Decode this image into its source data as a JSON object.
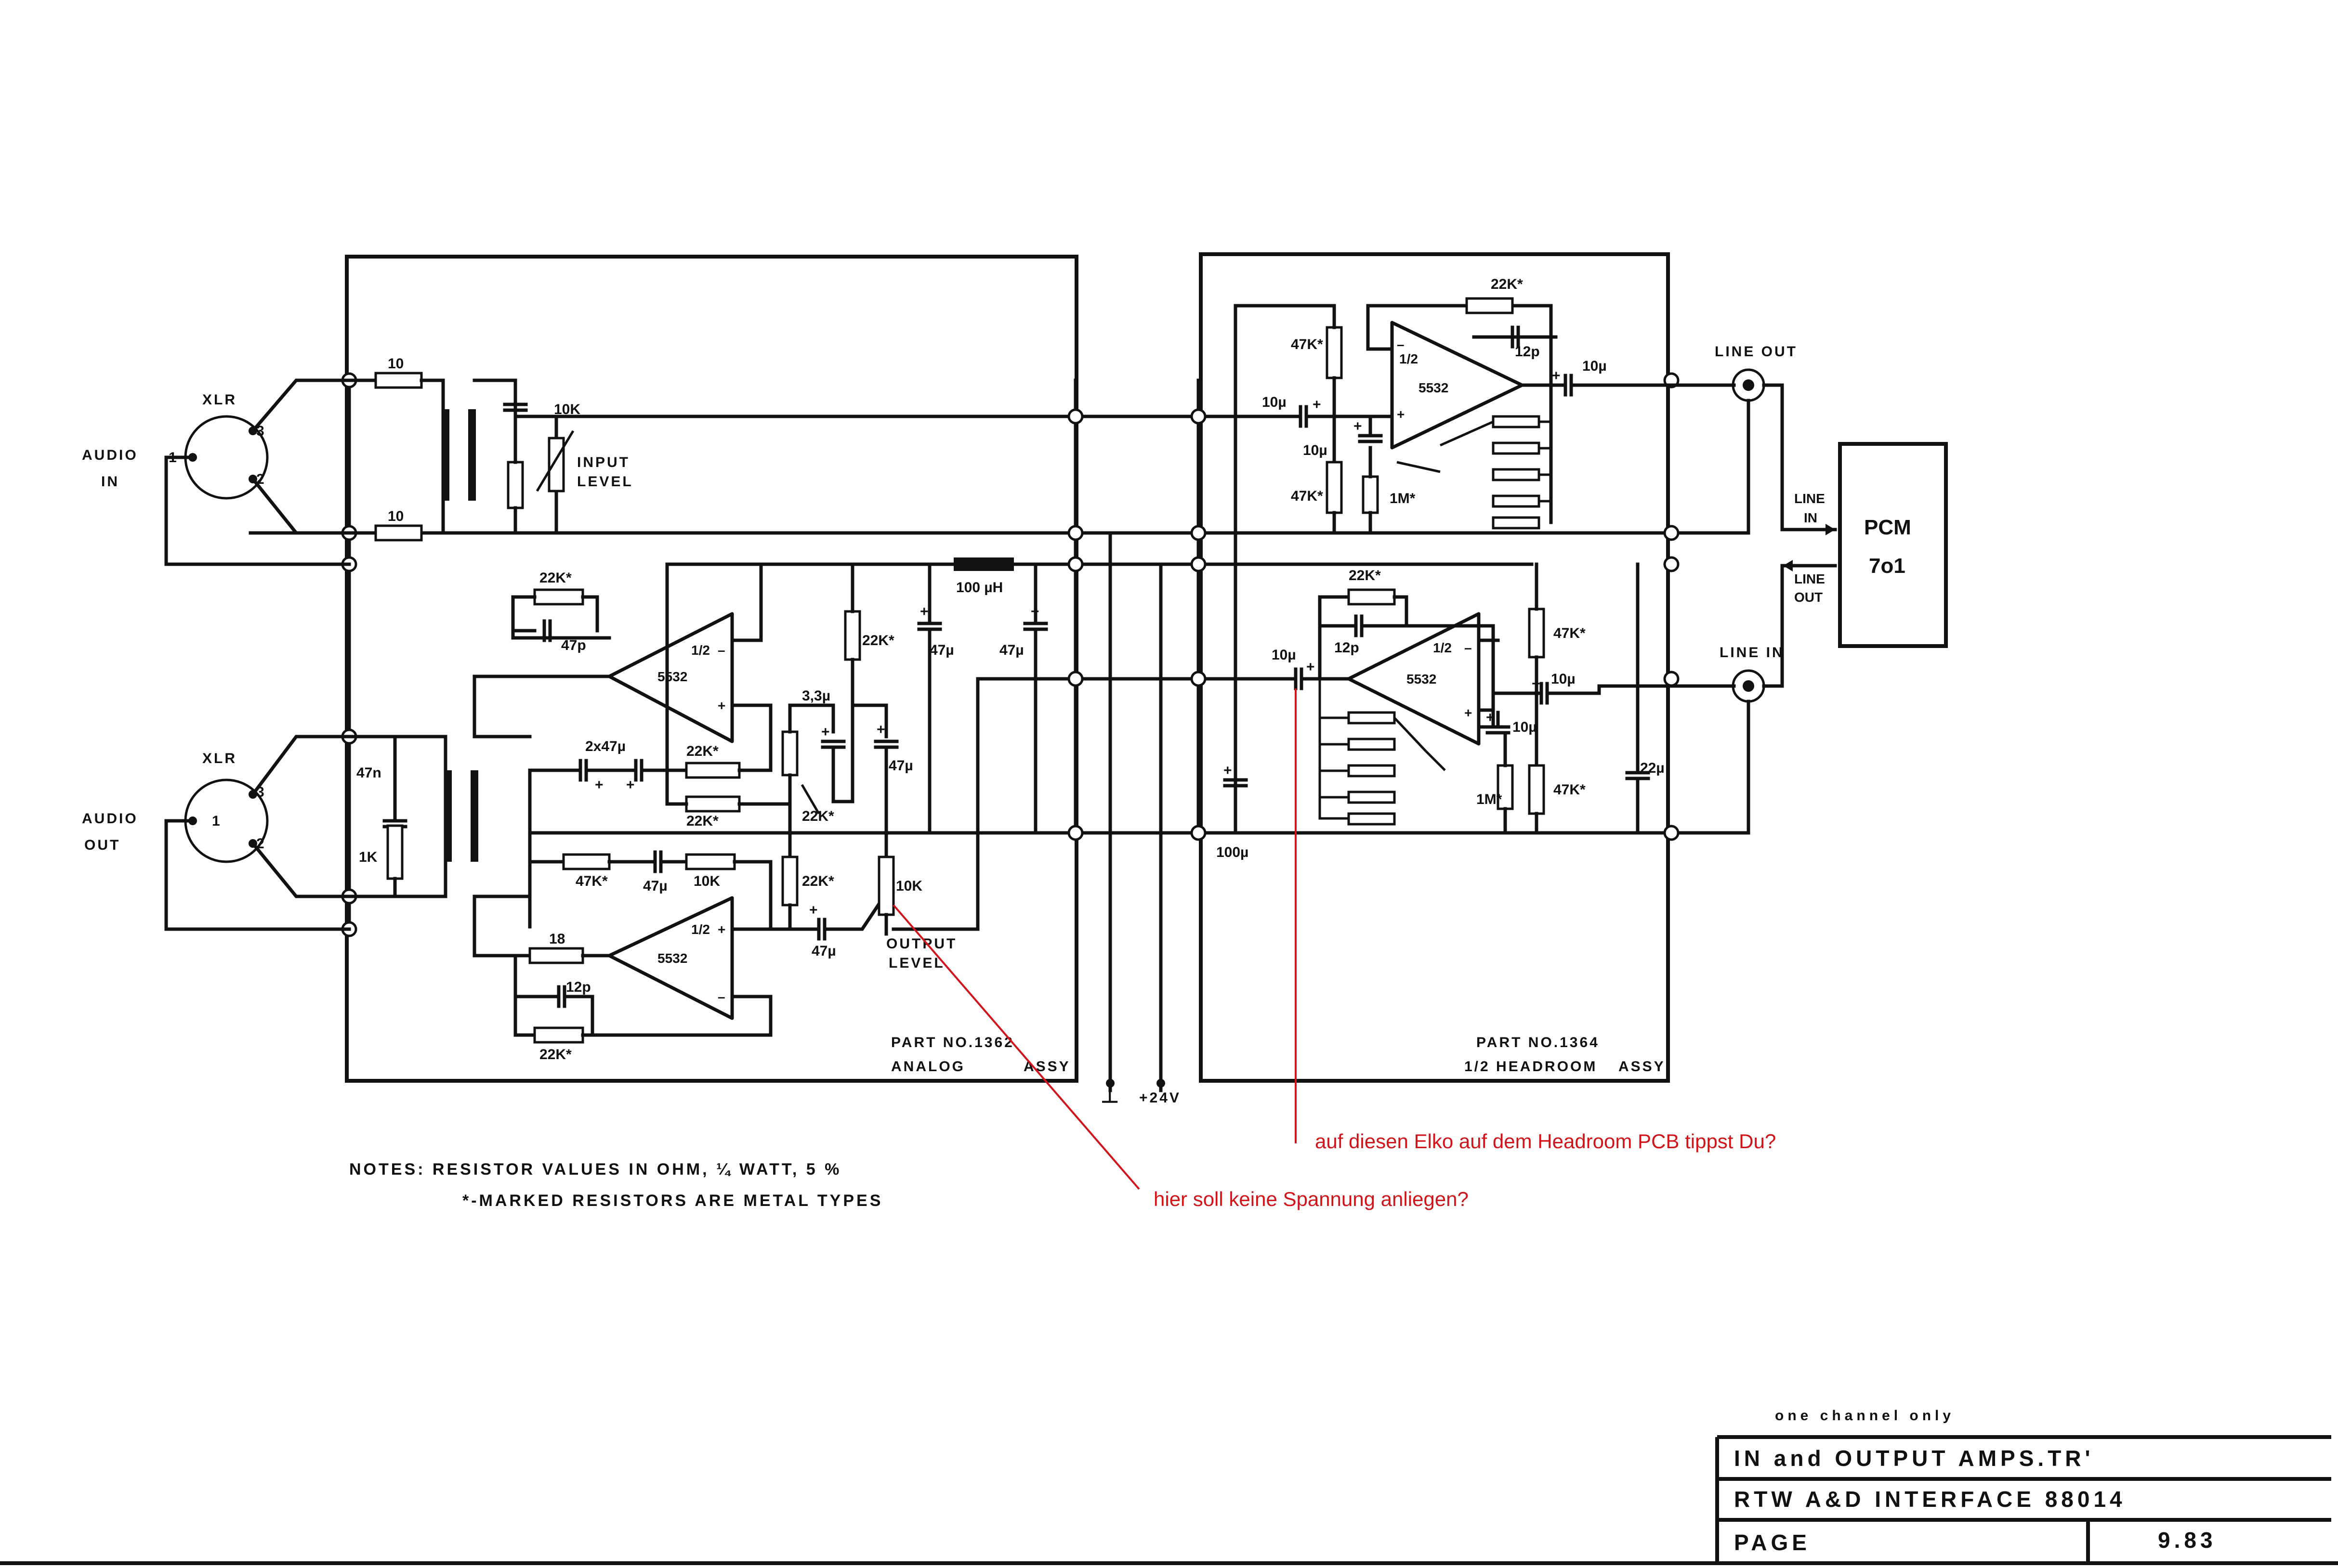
{
  "inputs": {
    "audio_in": "AUDIO IN",
    "audio_out": "AUDIO OUT",
    "xlr": "XLR",
    "pin1": "1",
    "pin2": "2",
    "pin3": "3"
  },
  "analog_board": {
    "r_top": "10",
    "r_bottom": "10",
    "pot_in": "10K",
    "input_level": "INPUT LEVEL",
    "cap_47n": "47n",
    "r_1k": "1K",
    "r_22k_a": "22K*",
    "c_47p": "47p",
    "op1_half": "1/2",
    "op1_type": "5532",
    "c_2x47": "2x47µ",
    "r_22k_b": "22K*",
    "r_22k_c": "22K*",
    "c_3_3": "3,3µ",
    "r_22k_d": "22K*",
    "r_22k_e": "22K*",
    "c_47u_a": "47µ",
    "c_47u_b": "47µ",
    "c_47u_c": "47µ",
    "inductor": "100 µH",
    "r_47k": "47K*",
    "c_47u_d": "47µ",
    "r_10k": "10K",
    "r_22k_f": "22K*",
    "c_47u_e": "47µ",
    "pot_out": "10K",
    "output_level": "OUTPUT LEVEL",
    "r_18": "18",
    "op2_half": "1/2",
    "op2_type": "5532",
    "c_12p": "12p",
    "r_22k_g": "22K*",
    "part_no": "PART NO.1362",
    "assy_name": "ANALOG",
    "assy": "ASSY"
  },
  "headroom_board": {
    "r_22k_a": "22K*",
    "c_12p_a": "12p",
    "r_47k_a": "47K*",
    "op3_half": "1/2",
    "op3_type": "5532",
    "c_10u_a": "10µ",
    "c_10u_b": "10µ",
    "c_10u_c": "10µ",
    "r_47k_b": "47K*",
    "r_1m_a": "1M*",
    "r_22k_b": "22K*",
    "c_12p_b": "12p",
    "op4_half": "1/2",
    "op4_type": "5532",
    "c_10u_d": "10µ",
    "r_47k_c": "47K*",
    "c_10u_e": "10µ",
    "c_10u_f": "10µ",
    "r_1m_b": "1M*",
    "r_47k_d": "47K*",
    "c_22u": "22µ",
    "c_100u": "100µ",
    "part_no": "PART NO.1364",
    "assy_name": "1/2  HEADROOM",
    "assy": "ASSY"
  },
  "external": {
    "line_out": "LINE OUT",
    "line_in": "LINE IN",
    "pcm_line_in": "LINE IN",
    "pcm_line_out": "LINE OUT",
    "pcm_name": "PCM",
    "pcm_model": "7o1",
    "ground": "⊥",
    "supply": "+24V"
  },
  "notes": {
    "line1": "NOTES: RESISTOR    VALUES IN OHM, ¼ WATT, 5 %",
    "line2": "*-MARKED RESISTORS  ARE  METAL TYPES"
  },
  "annotations": {
    "elko": "auf diesen Elko auf dem Headroom PCB tippst Du?",
    "voltage": "hier soll keine Spannung anliegen?"
  },
  "title_block": {
    "scope": "one  channel  only",
    "title": "IN and OUTPUT  AMPS.TR'",
    "project": "RTW  A&D  INTERFACE 88014",
    "page_label": "PAGE",
    "date": "9.83"
  },
  "colors": {
    "ink": "#111111",
    "annotation": "#d0141a",
    "paper": "#ffffff"
  }
}
